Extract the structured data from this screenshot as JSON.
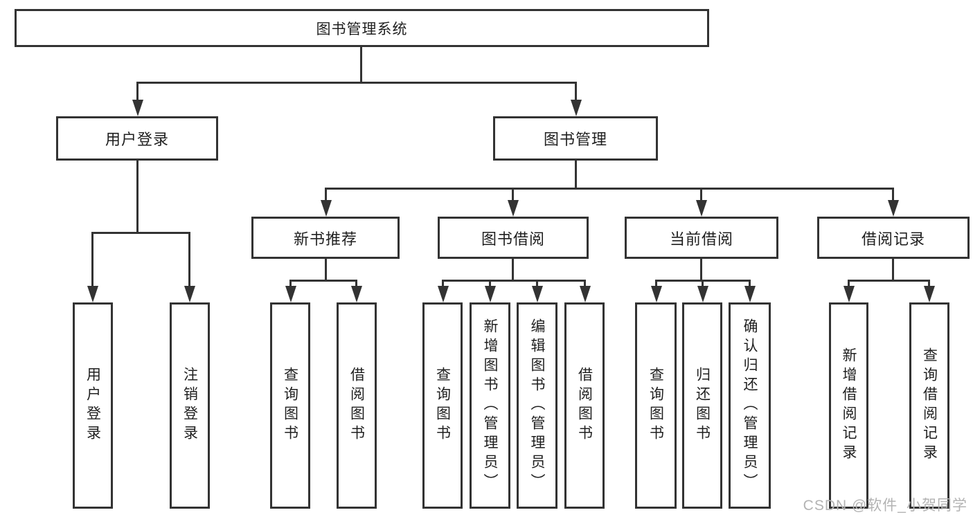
{
  "tree": {
    "root": {
      "label": "图书管理系统"
    },
    "level2": [
      {
        "id": "user-login",
        "label": "用户登录"
      },
      {
        "id": "book-management",
        "label": "图书管理"
      }
    ],
    "level3": [
      {
        "id": "new-book-recommend",
        "label": "新书推荐"
      },
      {
        "id": "book-borrowing",
        "label": "图书借阅"
      },
      {
        "id": "current-borrowing",
        "label": "当前借阅"
      },
      {
        "id": "borrowing-records",
        "label": "借阅记录"
      }
    ],
    "leaves": {
      "user_login": [
        "用户登录",
        "注销登录"
      ],
      "new_book_recommend": [
        "查询图书",
        "借阅图书"
      ],
      "book_borrowing": [
        "查询图书",
        "新增图书（管理员）",
        "编辑图书（管理员）",
        "借阅图书"
      ],
      "current_borrowing": [
        "查询图书",
        "归还图书",
        "确认归还（管理员）"
      ],
      "borrowing_records": [
        "新增借阅记录",
        "查询借阅记录"
      ]
    }
  },
  "watermark": {
    "text": "CSDN @软件_小贺同学"
  },
  "colors": {
    "line": "#333333",
    "text": "#1f1f1f",
    "background": "#ffffff",
    "watermark": "#b3b3b3"
  }
}
